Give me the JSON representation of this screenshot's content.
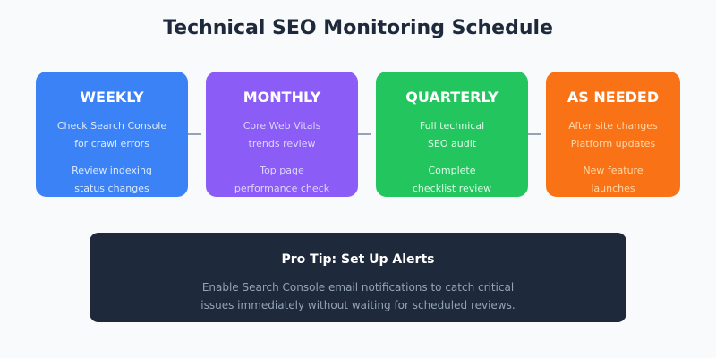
{
  "title": "Technical SEO Monitoring Schedule",
  "colors": {
    "background": "#f8fafc",
    "title": "#1e293b",
    "connector": "#94a3b8",
    "weekly": "#3b82f6",
    "monthly": "#8b5cf6",
    "quarterly": "#22c55e",
    "as_needed": "#f97316",
    "tip_background": "#1e293b"
  },
  "cards": [
    {
      "label": "WEEKLY",
      "lines": [
        "Check Search Console",
        "for crawl errors",
        "Review indexing",
        "status changes"
      ]
    },
    {
      "label": "MONTHLY",
      "lines": [
        "Core Web Vitals",
        "trends review",
        "Top page",
        "performance check"
      ]
    },
    {
      "label": "QUARTERLY",
      "lines": [
        "Full technical",
        "SEO audit",
        "Complete",
        "checklist review"
      ]
    },
    {
      "label": "AS NEEDED",
      "lines": [
        "After site changes",
        "Platform updates",
        "New feature",
        "launches"
      ]
    }
  ],
  "tip": {
    "title": "Pro Tip: Set Up Alerts",
    "lines": [
      "Enable Search Console email notifications to catch critical",
      "issues immediately without waiting for scheduled reviews."
    ]
  }
}
